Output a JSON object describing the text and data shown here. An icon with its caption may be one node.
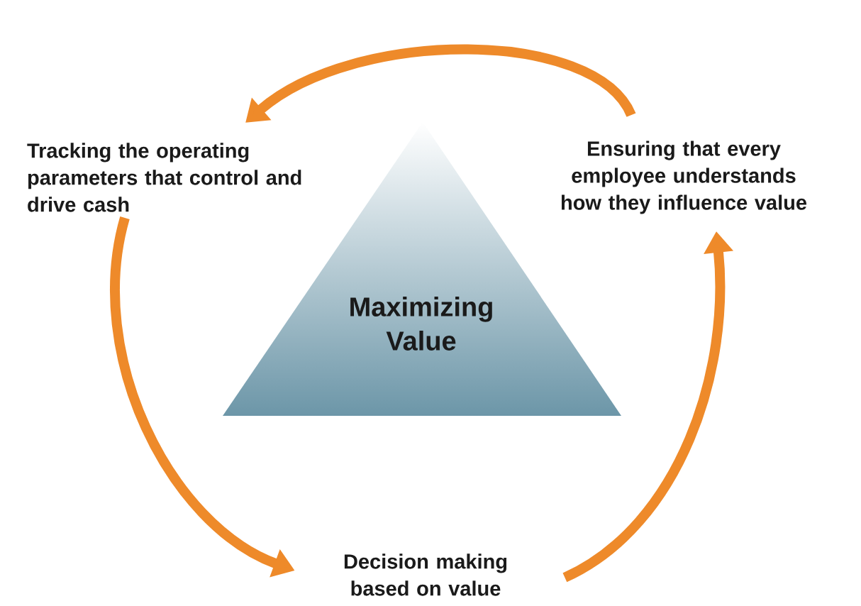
{
  "diagram": {
    "nodes": [
      {
        "text": [
          "Maximizing Value"
        ]
      },
      {
        "text": [
          "Tracking the operating parameters that control and drive cash"
        ]
      },
      {
        "text": [
          "Ensuring that every employee understands how they influence value"
        ]
      },
      {
        "text": [
          "Decision making based on value"
        ]
      }
    ],
    "edges": [
      {
        "from": 2,
        "to": 1,
        "arrow": "to"
      },
      {
        "from": 1,
        "to": 3,
        "arrow": "to"
      },
      {
        "from": 3,
        "to": 2,
        "arrow": "to"
      }
    ]
  }
}
